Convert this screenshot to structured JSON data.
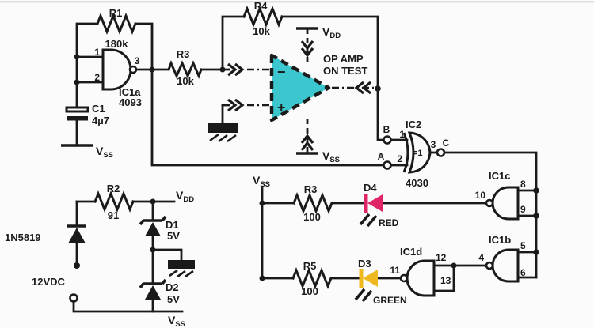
{
  "schematic": {
    "oscillator": {
      "r1": {
        "ref": "R1",
        "value": "180k"
      },
      "r3": {
        "ref": "R3",
        "value": "10k"
      },
      "ic1a": {
        "ref": "IC1a",
        "part": "4093",
        "pin1": "1",
        "pin2": "2",
        "pin3": "3"
      },
      "c1": {
        "ref": "C1",
        "value": "4µ7"
      }
    },
    "dut": {
      "r4": {
        "ref": "R4",
        "value": "10k"
      },
      "label_line1": "OP AMP",
      "label_line2": "ON TEST",
      "minus": "−",
      "plus": "+"
    },
    "comparator": {
      "ic2": {
        "ref": "IC2",
        "part": "4030",
        "symbol": "=1",
        "pin_b": "1",
        "pin_a": "2",
        "pin_out": "3"
      },
      "node_b": "B",
      "node_a": "A",
      "node_c": "C"
    },
    "indicator": {
      "r3": {
        "ref": "R3",
        "value": "100"
      },
      "r5": {
        "ref": "R5",
        "value": "100"
      },
      "d4": {
        "ref": "D4",
        "color": "RED"
      },
      "d3": {
        "ref": "D3",
        "color": "GREEN"
      },
      "ic1c": {
        "ref": "IC1c",
        "pin_out": "10",
        "pin_in1": "8",
        "pin_in2": "9"
      },
      "ic1b": {
        "ref": "IC1b",
        "pin_out": "4",
        "pin_in1": "5",
        "pin_in2": "6"
      },
      "ic1d": {
        "ref": "IC1d",
        "pin_out": "11",
        "pin_in1": "12",
        "pin_in2": "13"
      }
    },
    "power_supply": {
      "r2": {
        "ref": "R2",
        "value": "91"
      },
      "diode": "1N5819",
      "source": "12VDC",
      "d1": {
        "ref": "D1",
        "value": "5V"
      },
      "d2": {
        "ref": "D2",
        "value": "5V"
      }
    },
    "power_labels": {
      "v": "V",
      "dd": "DD",
      "ss": "SS"
    },
    "colors": {
      "ink": "#1a1a1a",
      "op_amp_fill": "#3cc6ce",
      "led_red": "#e02468",
      "led_green": "#f0b820",
      "background": "#fbfbfb"
    }
  }
}
